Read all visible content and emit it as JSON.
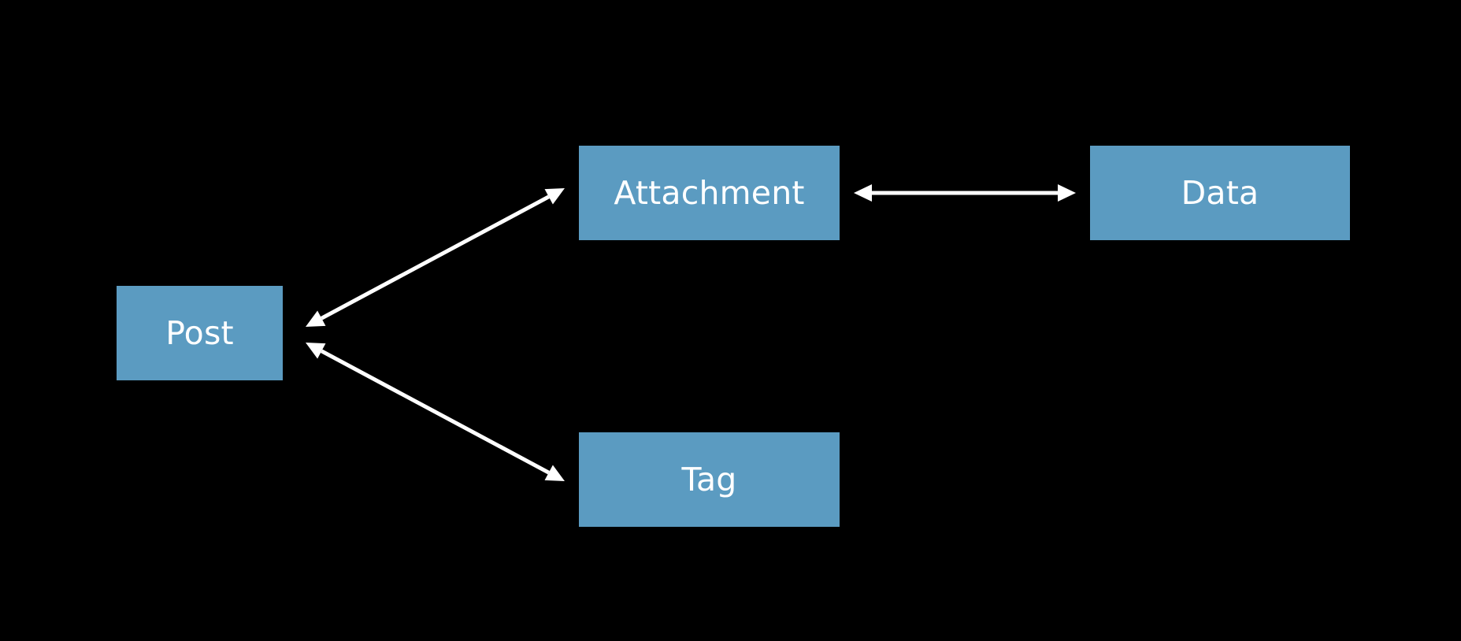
{
  "colors": {
    "background": "#000000",
    "node_fill": "#5b9bc1",
    "node_text": "#ffffff",
    "edge": "#ffffff"
  },
  "nodes": {
    "post": {
      "label": "Post"
    },
    "attachment": {
      "label": "Attachment"
    },
    "data": {
      "label": "Data"
    },
    "tag": {
      "label": "Tag"
    }
  },
  "edges": [
    {
      "from": "post",
      "to": "attachment",
      "direction": "bidirectional"
    },
    {
      "from": "post",
      "to": "tag",
      "direction": "bidirectional"
    },
    {
      "from": "attachment",
      "to": "data",
      "direction": "bidirectional"
    }
  ]
}
